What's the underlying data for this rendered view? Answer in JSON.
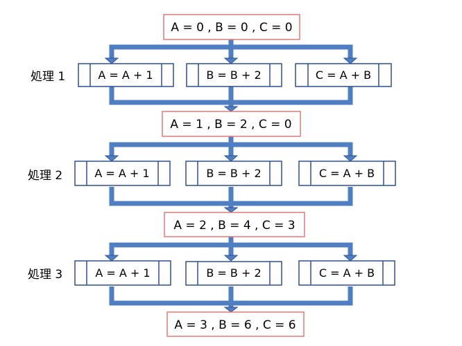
{
  "states": [
    "A = 0 , B = 0 , C = 0",
    "A = 1 , B = 2 , C = 0",
    "A = 2 , B = 4 , C = 3",
    "A = 3 , B = 6 , C = 6"
  ],
  "stages": [
    {
      "label": "処理 1",
      "processes": [
        "A = A + 1",
        "B = B + 2",
        "C = A + B"
      ]
    },
    {
      "label": "処理 2",
      "processes": [
        "A = A + 1",
        "B = B + 2",
        "C = A + B"
      ]
    },
    {
      "label": "処理 3",
      "processes": [
        "A = A + 1",
        "B = B + 2",
        "C = A + B"
      ]
    }
  ],
  "colors": {
    "state_border": "#e07a7a",
    "process_border": "#2f4f8f",
    "arrow": "#4f7ec2",
    "arrow_edge": "#2f5597"
  }
}
